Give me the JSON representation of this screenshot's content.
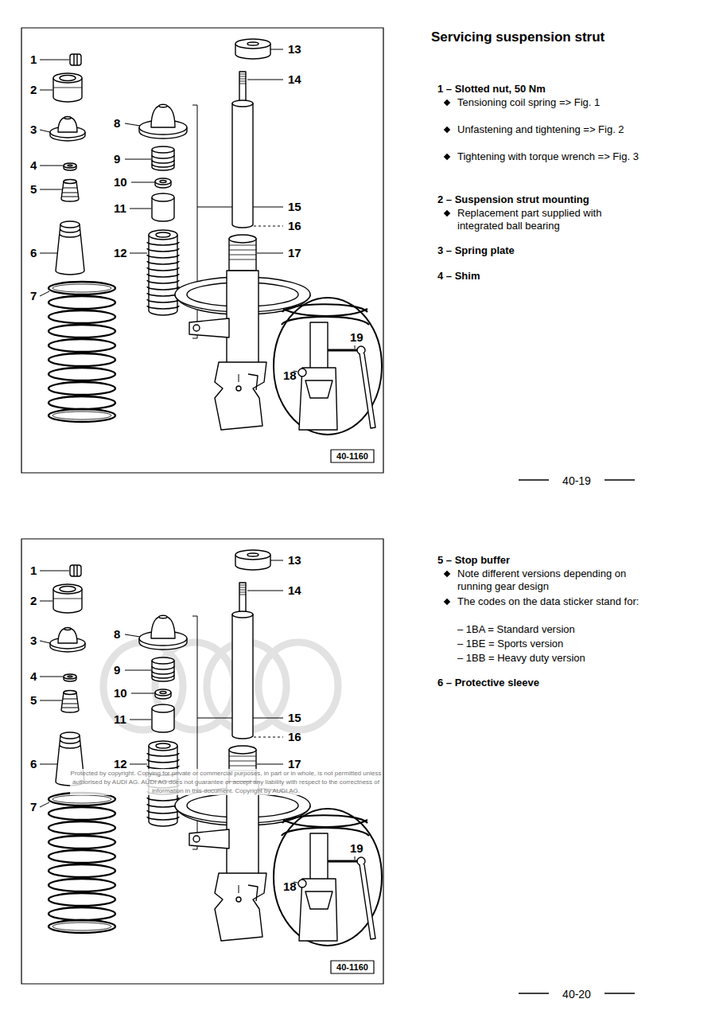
{
  "diagram": {
    "title": "Servicing suspension strut",
    "labels": [
      "1 – Slotted nut, 50 Nm",
      "Tensioning coil spring => Fig. 1",
      "Unfastening and tightening => Fig. 2",
      "Tightening with torque wrench => Fig. 3",
      "2 – Suspension strut mounting",
      "Replacement part supplied with integrated ball bearing",
      "3 – Spring plate",
      "4 – Shim",
      "40-19",
      "5 – Stop buffer",
      "Note different versions depending on running gear design",
      "The codes on the data sticker stand for:",
      "– 1BA = Standard version",
      "– 1BE = Sports version",
      "– 1BB = Heavy duty version",
      "6 – Protective sleeve",
      "40-20",
      "1",
      "2",
      "3",
      "4",
      "5",
      "6",
      "7",
      "8",
      "9",
      "10",
      "11",
      "12",
      "13",
      "14",
      "15",
      "16",
      "17",
      "18",
      "19",
      "40-1160",
      "1",
      "2",
      "3",
      "4",
      "5",
      "6",
      "7",
      "8",
      "9",
      "10",
      "11",
      "12",
      "13",
      "14",
      "15",
      "16",
      "17",
      "18",
      "19",
      "40-1160",
      "Protected by copyright. Copying for private or commercial purposes, in part or in whole, is not permitted unless authorised by AUDI AG. AUDI AG does not guarantee or accept any liability with respect to the correctness of information in this document. Copyright by AUDI AG."
    ]
  }
}
